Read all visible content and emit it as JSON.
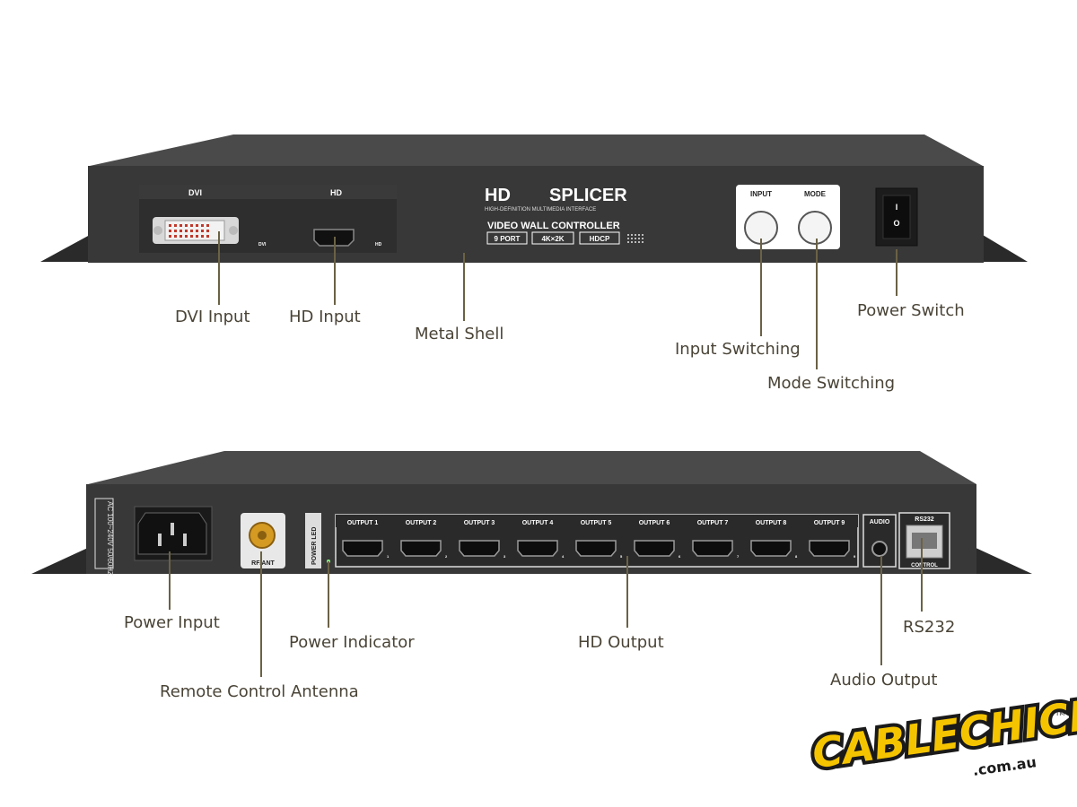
{
  "front_panel": {
    "dvi_header": "DVI",
    "dvi_small": "DVI",
    "hd_header": "HD",
    "hd_small": "HD",
    "brand_left": "HD",
    "brand_right": "SPLICER",
    "brand_sub": "HIGH-DEFINITION MULTIMEDIA INTERFACE",
    "product_name": "VIDEO WALL CONTROLLER",
    "badges": [
      "9 PORT",
      "4K×2K",
      "HDCP"
    ],
    "input_button_label": "INPUT",
    "mode_button_label": "MODE",
    "switch_on_glyph": "I",
    "switch_off_glyph": "O"
  },
  "rear_panel": {
    "power_rating": "AC 100~240V 50/60HZ",
    "rf_label": "RF/ANT",
    "power_led_label": "POWER LED",
    "outputs": [
      "OUTPUT 1",
      "OUTPUT 2",
      "OUTPUT 3",
      "OUTPUT 4",
      "OUTPUT 5",
      "OUTPUT 6",
      "OUTPUT 7",
      "OUTPUT 8",
      "OUTPUT 9"
    ],
    "output_numbers": [
      "1",
      "2",
      "3",
      "4",
      "5",
      "6",
      "7",
      "8",
      "9"
    ],
    "audio_label": "AUDIO",
    "rs232_label": "RS232",
    "control_label": "CONTROL"
  },
  "callouts": {
    "dvi_input": "DVI Input",
    "hd_input": "HD Input",
    "metal_shell": "Metal Shell",
    "input_switching": "Input Switching",
    "mode_switching": "Mode Switching",
    "power_switch": "Power Switch",
    "power_input": "Power Input",
    "remote_antenna": "Remote Control Antenna",
    "power_indicator": "Power Indicator",
    "hd_output": "HD Output",
    "rs232": "RS232",
    "audio_output": "Audio Output"
  },
  "logo": {
    "brand": "CABLECHICK",
    "domain": ".com.au",
    "trademark": "TM"
  },
  "colors": {
    "device_body": "#3a3a3a",
    "device_top": "#4a4a4a",
    "callout_line": "#6b6245",
    "callout_text": "#4a4437",
    "rf_connector": "#d49a22",
    "logo_yellow": "#f5c400"
  }
}
